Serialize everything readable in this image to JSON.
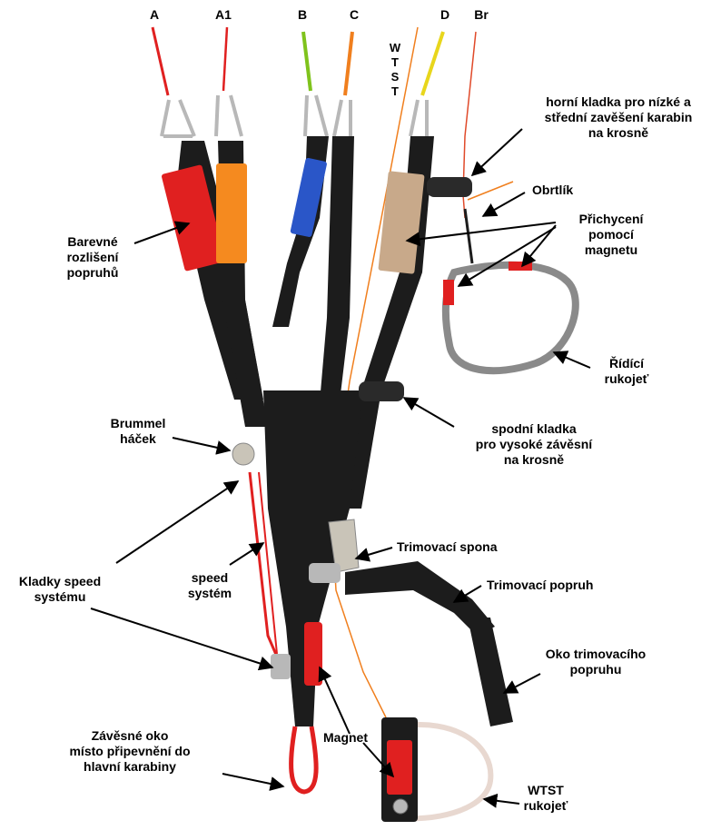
{
  "riser_labels": [
    "A",
    "A1",
    "B",
    "C",
    "D",
    "Br"
  ],
  "wtst_vertical": [
    "W",
    "T",
    "S",
    "T"
  ],
  "callouts": {
    "upper_pulley": [
      "horní kladka pro  nízké  a",
      "střední zavěšení karabin",
      "na krosně"
    ],
    "swivel": [
      "Obrtlík"
    ],
    "magnet_attach": [
      "Přichycení",
      "pomocí",
      "magnetu"
    ],
    "color_coding": [
      "Barevné",
      "rozlišení",
      "popruhů"
    ],
    "brake_handle": [
      "Řídící",
      "rukojeť"
    ],
    "brummel": [
      "Brummel",
      "háček"
    ],
    "lower_pulley": [
      "spodní kladka",
      "pro vysoké závěsní",
      "na krosně"
    ],
    "trim_buckle": [
      "Trimovací spona"
    ],
    "trim_strap": [
      "Trimovací popruh"
    ],
    "speed_pulleys": [
      "Kladky speed",
      "systému"
    ],
    "speed_system": [
      "speed",
      "systém"
    ],
    "trim_loop": [
      "Oko trimovacího",
      "popruhu"
    ],
    "main_loop": [
      "Závěsné oko",
      "místo připevnění do",
      "hlavní karabiny"
    ],
    "magnet": [
      "Magnet"
    ],
    "wtst_handle": [
      "WTST",
      "rukojeť"
    ]
  },
  "colors": {
    "webbing": "#1c1c1c",
    "riser_a": "#e02020",
    "riser_a1": "#f58a1f",
    "riser_b": "#2a56c8",
    "line_b": "#7fc31c",
    "line_c": "#f07f1e",
    "line_d": "#e8d61c",
    "line_br": "#e04a2a",
    "tan_patch": "#c8a98a",
    "handle_grey": "#8a8a8a",
    "metal": "#b8b8b8"
  }
}
